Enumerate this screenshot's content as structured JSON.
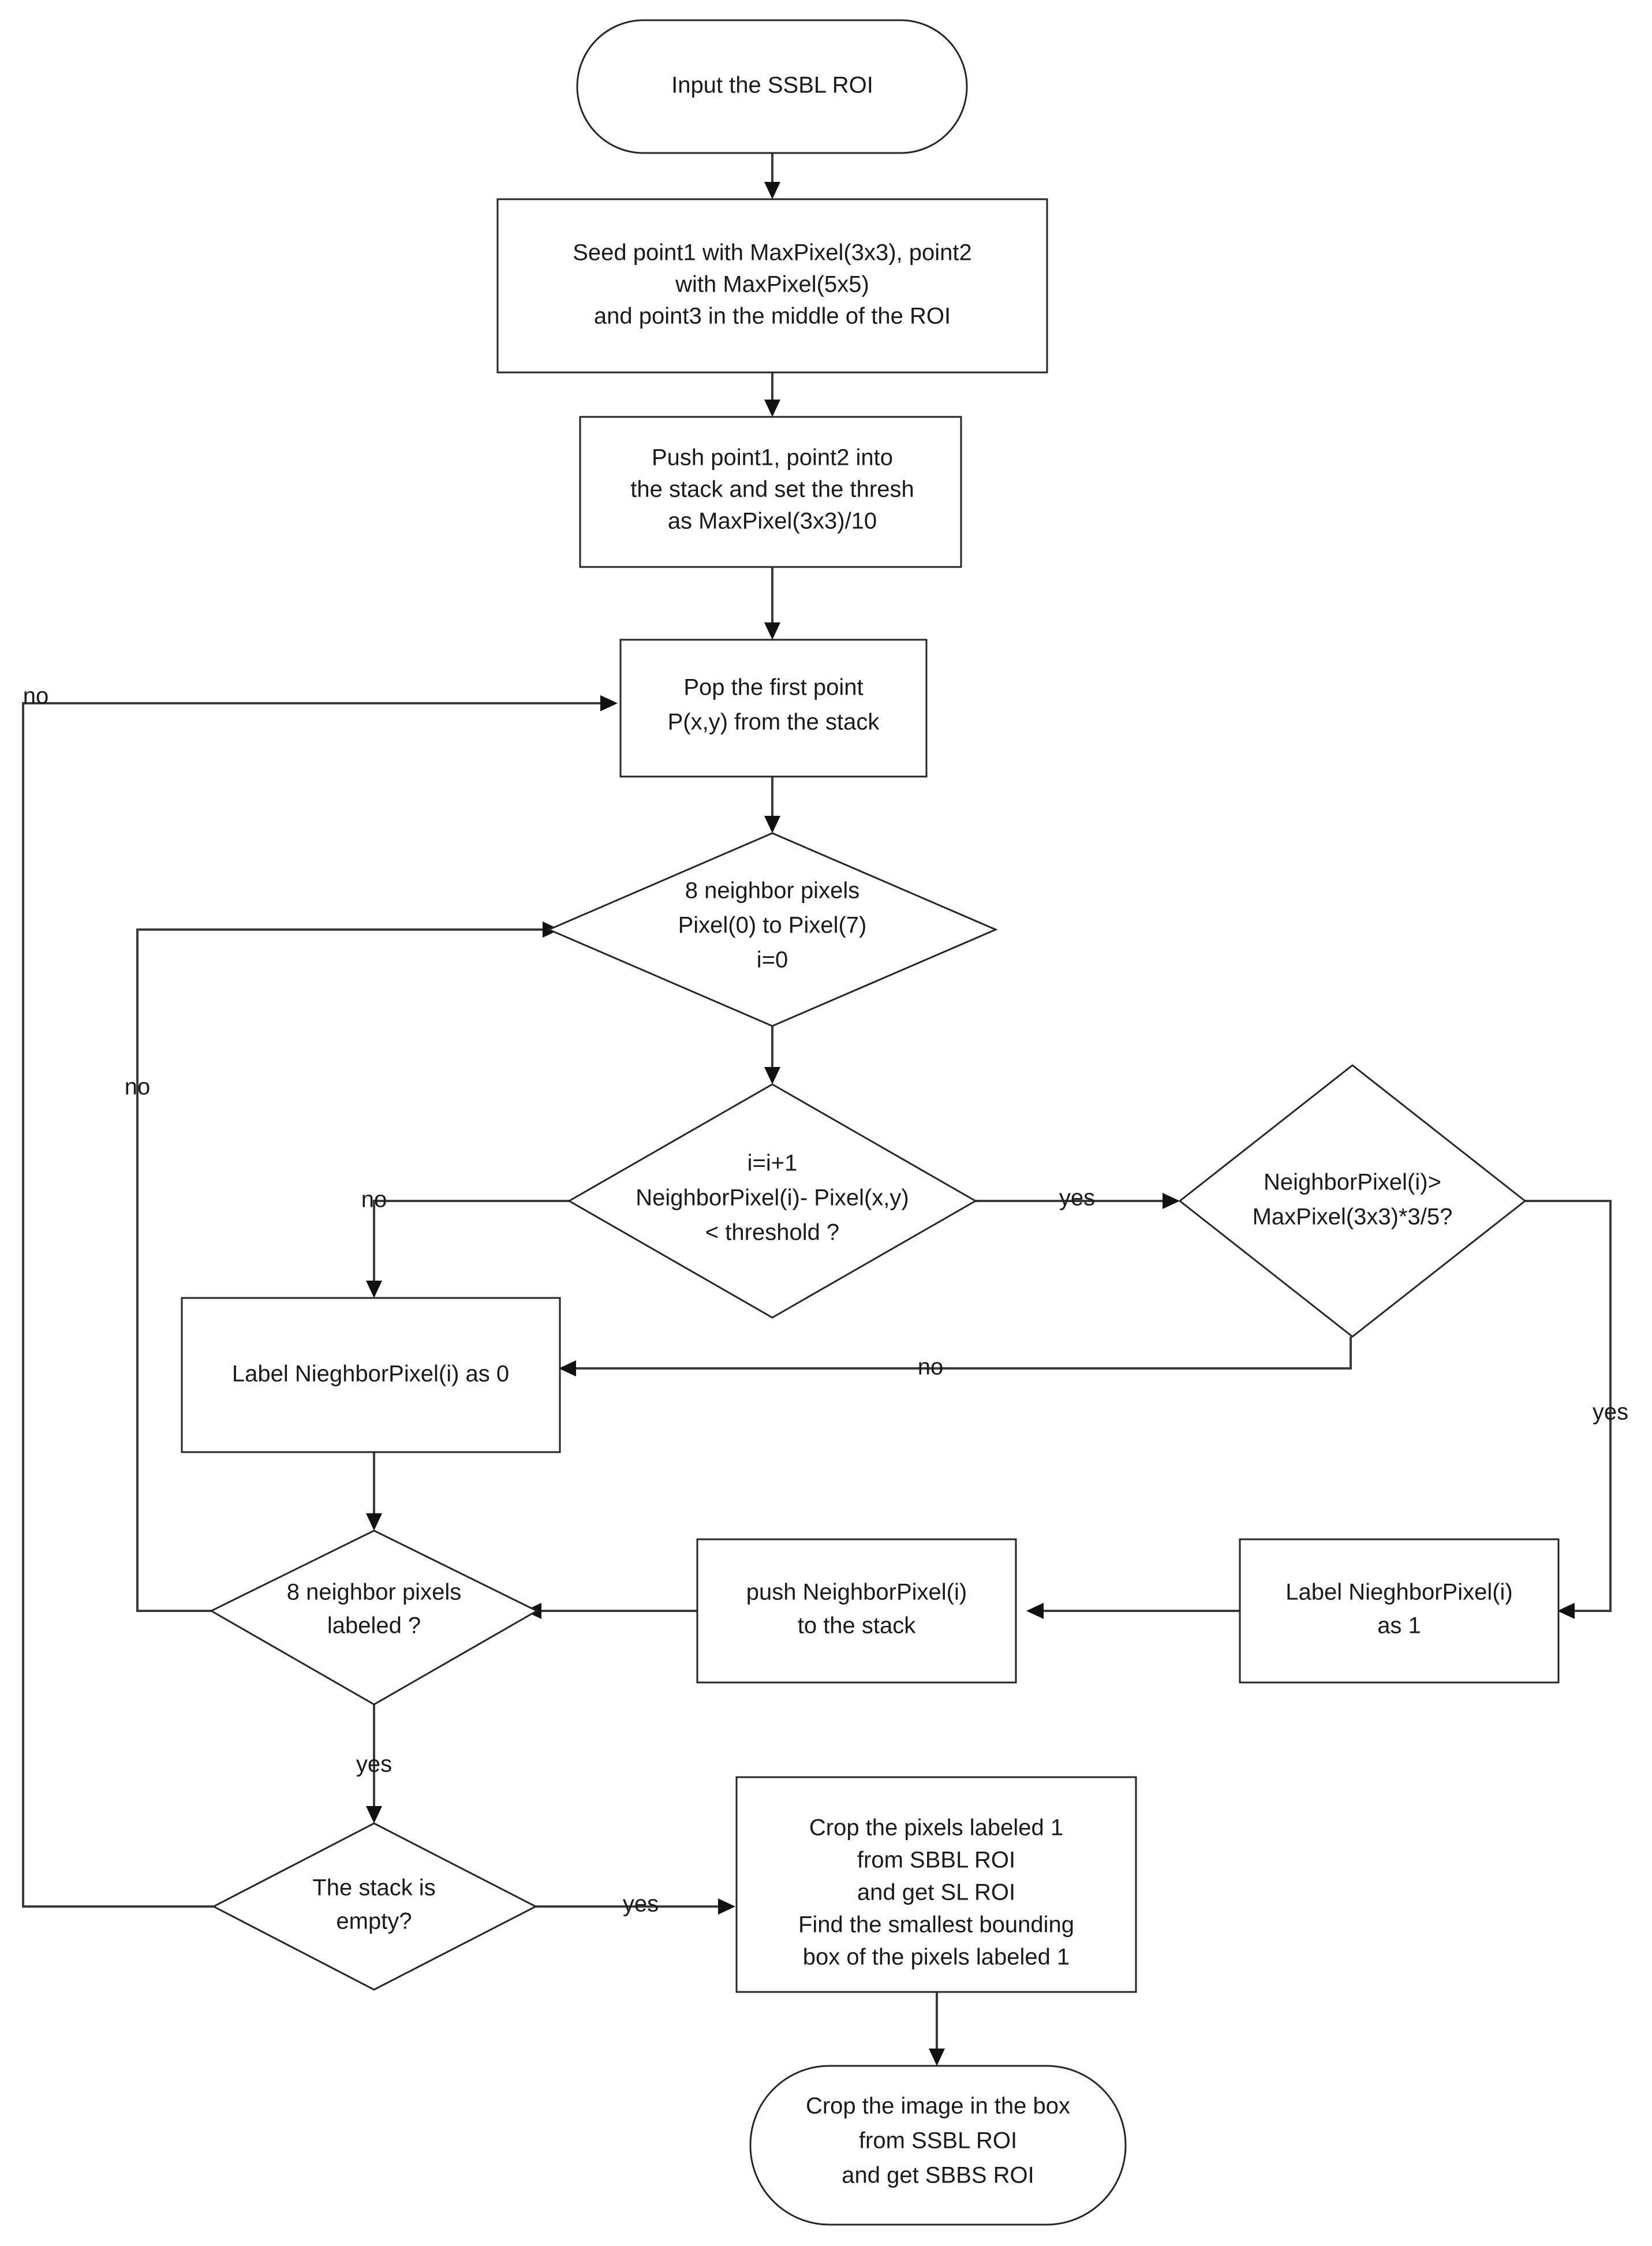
{
  "diagram": {
    "title": "SSBL ROI seeded region growing flowchart",
    "background_color": "#ffffff",
    "stroke_color": "#262626",
    "edge_color": "#3a3a3a",
    "text_color": "#1a1a1a"
  },
  "nodes": {
    "input_ssbl": {
      "shape": "terminator",
      "lines": [
        "Input the SSBL ROI"
      ]
    },
    "seed_points": {
      "shape": "process",
      "lines": [
        "Seed point1 with MaxPixel(3x3), point2",
        "with MaxPixel(5x5)",
        "and point3 in the middle of the ROI"
      ]
    },
    "push_seeds": {
      "shape": "process",
      "lines": [
        "Push point1, point2 into",
        "the stack and set the thresh",
        "as MaxPixel(3x3)/10"
      ]
    },
    "pop_point": {
      "shape": "process",
      "lines": [
        "Pop the first point",
        "P(x,y) from the stack"
      ]
    },
    "eight_neighbors": {
      "shape": "decision",
      "lines": [
        "8 neighbor pixels",
        "Pixel(0) to Pixel(7)",
        "i=0"
      ]
    },
    "threshold_check": {
      "shape": "decision",
      "lines": [
        "i=i+1",
        "NeighborPixel(i)- Pixel(x,y)",
        "< threshold ?"
      ]
    },
    "maxpixel_check": {
      "shape": "decision",
      "lines": [
        "NeighborPixel(i)>",
        "MaxPixel(3x3)*3/5?"
      ]
    },
    "label_zero": {
      "shape": "process",
      "lines": [
        "Label NieghborPixel(i) as 0"
      ]
    },
    "label_one": {
      "shape": "process",
      "lines": [
        "Label NieghborPixel(i)",
        "as 1"
      ]
    },
    "push_neighbor": {
      "shape": "process",
      "lines": [
        "push NeighborPixel(i)",
        "to the stack"
      ]
    },
    "all_labeled": {
      "shape": "decision",
      "lines": [
        "8 neighbor pixels",
        "labeled ?"
      ]
    },
    "stack_empty": {
      "shape": "decision",
      "lines": [
        "The stack is",
        "empty?"
      ]
    },
    "crop_pixels": {
      "shape": "process",
      "lines": [
        "Crop the pixels labeled 1",
        "from SBBL ROI",
        "and get SL ROI",
        "Find the smallest bounding",
        "box of the pixels labeled 1"
      ]
    },
    "crop_image": {
      "shape": "terminator",
      "lines": [
        "Crop the image in the box",
        "from SSBL ROI",
        "and get SBBS ROI"
      ]
    }
  },
  "edge_labels": {
    "stack_empty_no": "no",
    "all_labeled_no": "no",
    "threshold_no": "no",
    "threshold_yes": "yes",
    "maxpixel_no": "no",
    "maxpixel_yes": "yes",
    "all_labeled_yes": "yes",
    "stack_empty_yes": "yes"
  }
}
